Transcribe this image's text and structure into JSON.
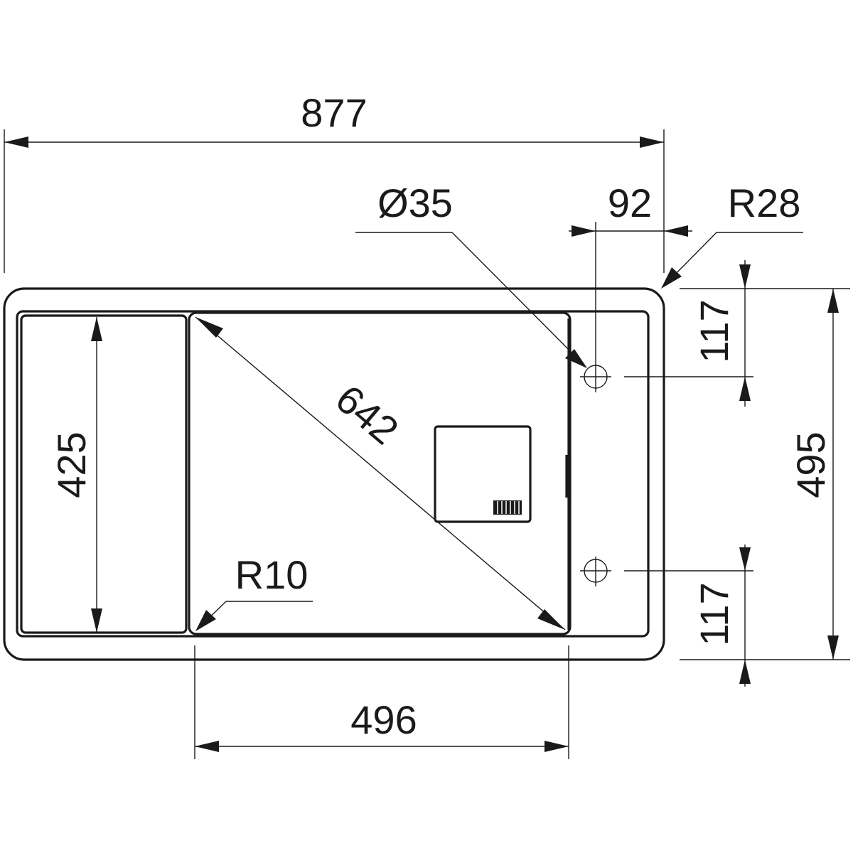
{
  "diagram": {
    "stroke_color": "#1a1a1a",
    "background": "#ffffff",
    "dimensions": {
      "overall_width": "877",
      "tap_hole_diameter": "Ø35",
      "tap_hole_offset": "92",
      "corner_radius_outer": "R28",
      "tap_hole_top_offset": "117",
      "overall_depth": "495",
      "tap_hole_bottom_offset": "117",
      "bowl_width": "496",
      "bowl_corner_radius": "R10",
      "bowl_diagonal": "642",
      "drainer_depth": "425"
    }
  }
}
